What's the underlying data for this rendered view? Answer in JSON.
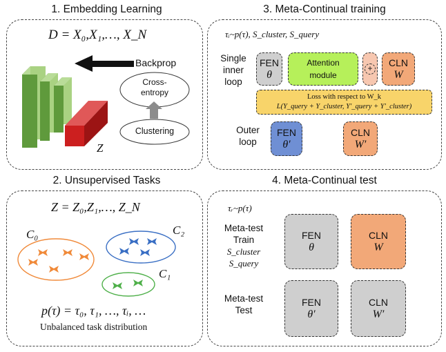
{
  "panel1": {
    "title": "1. Embedding Learning",
    "equation": "D = X₀,X₁,…, X_N",
    "backprop": "Backprop",
    "cross_entropy": [
      "Cross-",
      "entropy"
    ],
    "clustering": "Clustering",
    "z_label": "Z",
    "colors": {
      "green_dark": "#5a8f3a",
      "green_light": "#9cc877",
      "red": "#cc1f1f",
      "arrow": "#8c8c8c"
    }
  },
  "panel2": {
    "title": "2. Unsupervised Tasks",
    "equation": "Z = Z₀,Z₁,…, Z_N",
    "clusters": [
      {
        "label": "C₀",
        "color": "#f08a3a"
      },
      {
        "label": "C₂",
        "color": "#3a6fc4"
      },
      {
        "label": "C₁",
        "color": "#4fb04a"
      }
    ],
    "task_eq": "p(τ) = τ₀, τ₁, …, τᵢ, …",
    "caption": "Unbalanced task distribution"
  },
  "panel3": {
    "title": "3. Meta-Continual training",
    "sample_eq": "τᵢ~p(τ), S_cluster, S_query",
    "inner_loop_label": [
      "Single",
      "inner",
      "loop"
    ],
    "outer_loop_label": [
      "Outer",
      "loop"
    ],
    "fen": {
      "name": "FEN",
      "param": "θ",
      "color": "#cfcfcf"
    },
    "attention": {
      "name": [
        "Attention",
        "module"
      ],
      "color": "#b6f05a"
    },
    "plus": "+",
    "cln": {
      "name": "CLN",
      "param": "W",
      "color": "#f2a878"
    },
    "loss": {
      "line1": "Loss with respect to W_k",
      "line2": "L(Y_query + Y_cluster, Y′_query + Y′_cluster)",
      "color": "#f8d46a"
    },
    "fen_outer": {
      "name": "FEN",
      "param": "θ′",
      "color": "#6f8fd4"
    },
    "cln_outer": {
      "name": "CLN",
      "param": "W′",
      "color": "#f2a878"
    },
    "plus_color": "#f7c7b0"
  },
  "panel4": {
    "title": "4. Meta-Continual test",
    "sample_eq": "τᵣ~p(τ)",
    "train_label": [
      "Meta-test",
      "Train"
    ],
    "train_sets": [
      "S_cluster",
      "S_query"
    ],
    "test_label": [
      "Meta-test",
      "Test"
    ],
    "fen_train": {
      "name": "FEN",
      "param": "θ",
      "color": "#cfcfcf"
    },
    "cln_train": {
      "name": "CLN",
      "param": "W",
      "color": "#f2a878"
    },
    "fen_test": {
      "name": "FEN",
      "param": "θ′",
      "color": "#cfcfcf"
    },
    "cln_test": {
      "name": "CLN",
      "param": "W′",
      "color": "#cfcfcf"
    }
  }
}
